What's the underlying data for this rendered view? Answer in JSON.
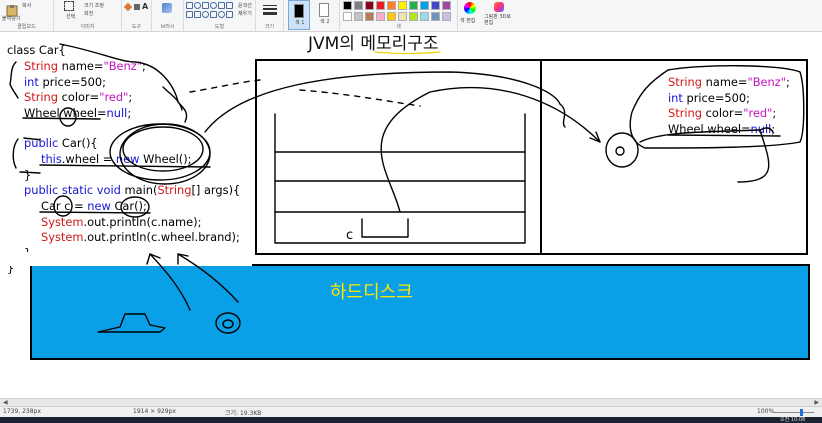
{
  "ribbon": {
    "groups": [
      {
        "label": "클립보드",
        "items": [
          "붙여넣기",
          "복사"
        ]
      },
      {
        "label": "이미지",
        "items": [
          "선택",
          "크기 조정",
          "회전"
        ]
      },
      {
        "label": "도구",
        "items": []
      },
      {
        "label": "브러시",
        "items": []
      },
      {
        "label": "도형",
        "items": [
          "윤곽선",
          "채우기"
        ]
      },
      {
        "label": "크기",
        "items": []
      },
      {
        "label": "색 1",
        "items": []
      },
      {
        "label": "색 2",
        "items": []
      },
      {
        "label": "색",
        "items": [
          "색 편집"
        ]
      },
      {
        "label": "그림판 3D로 편집",
        "items": []
      }
    ],
    "active_color": "#000000",
    "palette": [
      "#000000",
      "#7f7f7f",
      "#880015",
      "#ed1c24",
      "#ff7f27",
      "#fff200",
      "#22b14c",
      "#00a2e8",
      "#3f48cc",
      "#a349a4",
      "#ffffff",
      "#c3c3c3",
      "#b97a57",
      "#ffaec9",
      "#ffc90e",
      "#efe4b0",
      "#b5e61d",
      "#99d9ea",
      "#7092be",
      "#c8bfe7"
    ]
  },
  "canvas": {
    "title": "JVM의 메모리구조",
    "disk_label": "하드디스크",
    "code_left": {
      "l1": "class Car{",
      "l2a": "String",
      "l2b": " name=",
      "l2c": "\"Benz\"",
      "l2d": ";",
      "l3a": "int",
      "l3b": " price=500;",
      "l4a": "String",
      "l4b": " color=",
      "l4c": "\"red\"",
      "l4d": ";",
      "l5a": "Wheel wheel",
      "l5b": "=",
      "l5c": "null",
      "l5d": ";",
      "l6a": "public",
      "l6b": " Car(){",
      "l7a": "this",
      "l7b": ".wheel = ",
      "l7c": "new",
      "l7d": " Wheel();",
      "l8": "}",
      "l9a": "public static void",
      "l9b": " main(",
      "l9c": "String",
      "l9d": "[] args){",
      "l10a": "Car c = ",
      "l10b": "new",
      "l10c": " Car();",
      "l11a": "System",
      "l11b": ".out.println(c.name);",
      "l12a": "System",
      "l12b": ".out.println(c.wheel.brand);",
      "l13": "}",
      "l14": "}"
    },
    "code_right": {
      "r1a": "String",
      "r1b": " name=",
      "r1c": "\"Benz\"",
      "r1d": ";",
      "r2a": "int",
      "r2b": " price=500;",
      "r3a": "String",
      "r3b": " color=",
      "r3c": "\"red\"",
      "r3d": ";",
      "r4a": "Wheel wheel=",
      "r4b": "null",
      "r4c": ";"
    },
    "stack_label": "c"
  },
  "status": {
    "cursor": "1739, 238px",
    "selection": "",
    "image_size": "1914 × 929px",
    "file_size": "크기: 19.3KB",
    "zoom": "100%",
    "time": "오전 10:08"
  }
}
